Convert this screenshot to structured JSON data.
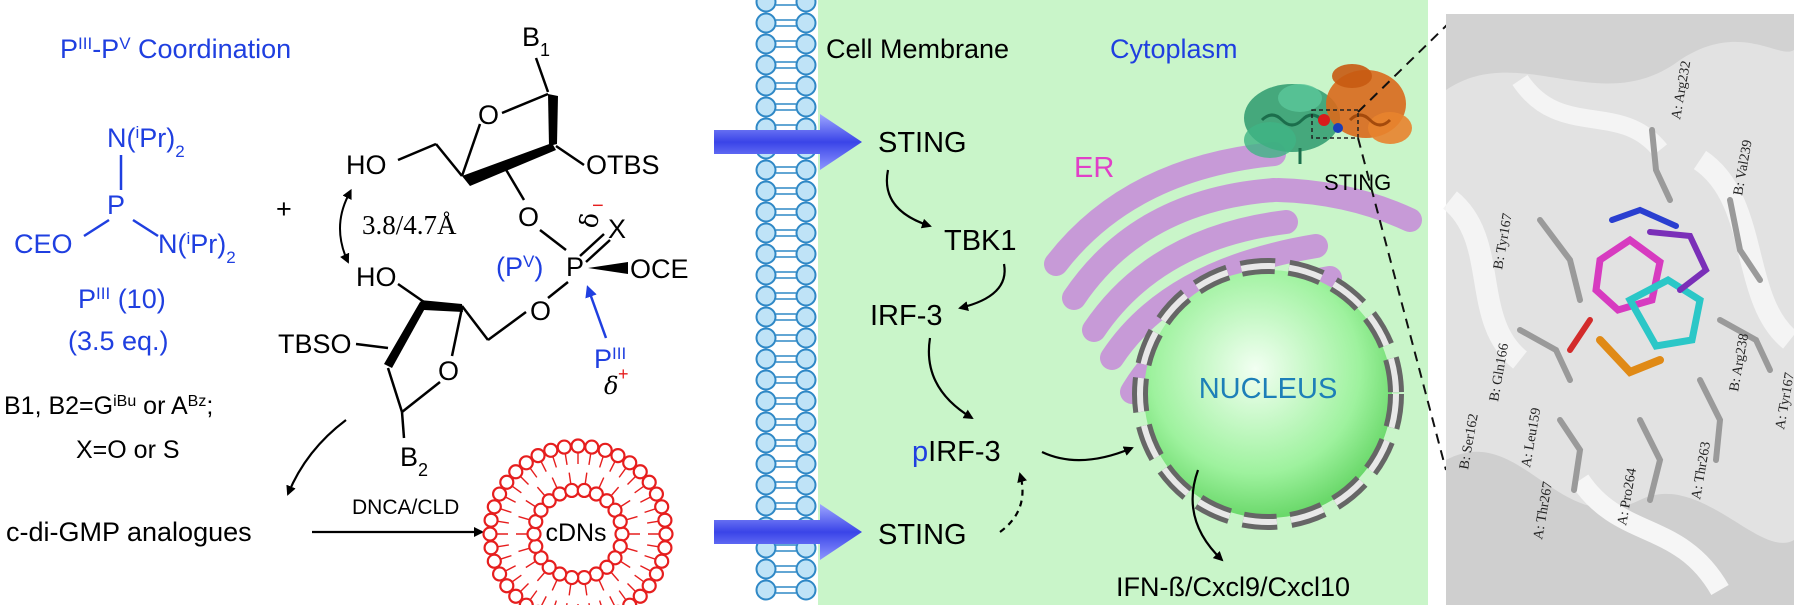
{
  "colors": {
    "blue_text": "#1f3fe0",
    "magenta": "#e040c8",
    "nucleus_text": "#1d7fb8",
    "green_panel": "#c9f5c9",
    "red_lipid": "#e61e1e",
    "membrane_fill": "#bfe3f7",
    "membrane_stroke": "#2f88c6",
    "er_fill": "#c79ad7",
    "arrow_blue": "#4d57f0"
  },
  "chemistry": {
    "title_pre": "P",
    "title_sup1": "III",
    "title_mid": "-P",
    "title_sup2": "V",
    "title_post": " Coordination",
    "n_top": "N(",
    "n_top_sup": "i",
    "n_top_post": "Pr)",
    "n_top_sub": "2",
    "p_atom": "P",
    "ceo": "CEO",
    "n_right": "N(",
    "n_right_sup": "i",
    "n_right_post": "Pr)",
    "n_right_sub": "2",
    "reagent_pre": "P",
    "reagent_sup": "III",
    "reagent_post": " (10)",
    "equiv": "(3.5 eq.)",
    "plus": "+",
    "bases_line1_a": "B1, B2=G",
    "bases_line1_sup1": "iBu",
    "bases_line1_b": " or A",
    "bases_line1_sup2": "Bz",
    "bases_line1_c": ";",
    "bases_line2": "X=O or S",
    "b1": "B",
    "b1_sub": "1",
    "b2": "B",
    "b2_sub": "2",
    "ho_top": "HO",
    "ring_o": "O",
    "otbs": "OTBS",
    "distance": "3.8/4.7Å",
    "ho_mid": "HO",
    "o_link": "O",
    "delta_minus": "δ",
    "minus": "−",
    "x_label": "X",
    "pv_pre": "(P",
    "pv_sup": "V",
    "pv_post": ")",
    "p_center": "P",
    "oce": "OCE",
    "tbso": "TBSO",
    "o_low": "O",
    "ring_o2": "O",
    "p3": "P",
    "p3_sup": "III",
    "delta_plus": "δ",
    "plus_small": "+",
    "product": "c-di-GMP analogues",
    "dnca": "DNCA/CLD",
    "cdns": "cDNs"
  },
  "cell": {
    "membrane_label": "Cell Membrane",
    "cytoplasm_label": "Cytoplasm",
    "sting_top": "STING",
    "tbk1": "TBK1",
    "irf3": "IRF-3",
    "pirf3_p": "p",
    "pirf3_rest": "IRF-3",
    "sting_bottom": "STING",
    "er": "ER",
    "nucleus": "NUCLEUS",
    "ifn": "IFN-ß/Cxcl9/Cxcl10",
    "sting_protein": "STING"
  },
  "docking": {
    "residues": [
      "A: Arg232",
      "B: Val239",
      "B: Tyr167",
      "B: Gln166",
      "A: Leu159",
      "B: Ser162",
      "A: Thr267",
      "A: Pro264",
      "A: Thr263",
      "B: Arg238",
      "A: Tyr167"
    ]
  }
}
